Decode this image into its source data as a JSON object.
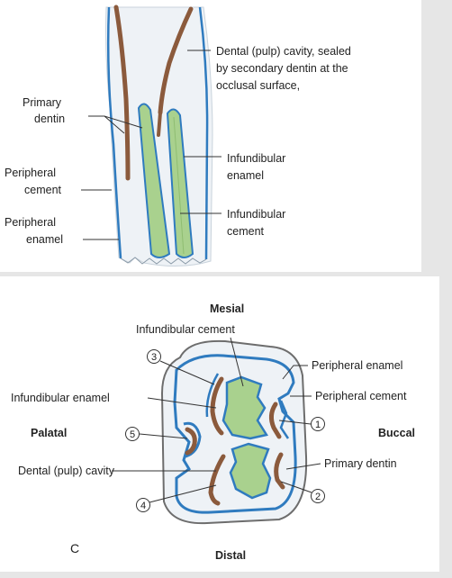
{
  "top_figure": {
    "labels": {
      "pulp_cavity_line1": "Dental (pulp) cavity, sealed",
      "pulp_cavity_line2": "by secondary dentin at the",
      "pulp_cavity_line3": "occlusal surface,",
      "primary_dentin_line1": "Primary",
      "primary_dentin_line2": "dentin",
      "peripheral_cement_line1": "Peripheral",
      "peripheral_cement_line2": "cement",
      "peripheral_enamel_line1": "Peripheral",
      "peripheral_enamel_line2": "enamel",
      "infundibular_enamel_line1": "Infundibular",
      "infundibular_enamel_line2": "enamel",
      "infundibular_cement_line1": "Infundibular",
      "infundibular_cement_line2": "cement"
    }
  },
  "bottom_figure": {
    "orientation": {
      "mesial": "Mesial",
      "distal": "Distal",
      "palatal": "Palatal",
      "buccal": "Buccal"
    },
    "panel_letter": "C",
    "labels": {
      "infundibular_cement": "Infundibular cement",
      "peripheral_enamel": "Peripheral enamel",
      "peripheral_cement": "Peripheral cement",
      "infundibular_enamel": "Infundibular enamel",
      "dental_pulp_cavity": "Dental (pulp) cavity",
      "primary_dentin": "Primary dentin"
    },
    "markers": [
      "1",
      "2",
      "3",
      "4",
      "5"
    ]
  },
  "colors": {
    "enamel": "#2f7bbf",
    "cement": "#a9d18e",
    "pulp": "#8b5a3c",
    "dentin": "#eef2f6"
  }
}
